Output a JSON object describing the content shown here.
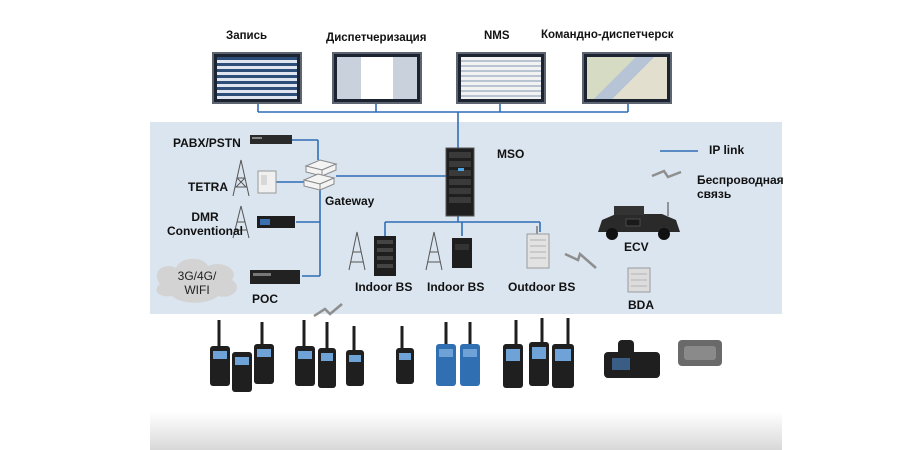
{
  "top_systems": [
    {
      "label": "Запись",
      "icon": "recording-screen-icon"
    },
    {
      "label": "Диспетчеризация",
      "icon": "dispatch-screen-icon"
    },
    {
      "label": "NMS",
      "icon": "nms-screen-icon"
    },
    {
      "label": "Командно-диспетчерск",
      "icon": "command-map-screen-icon"
    }
  ],
  "core": {
    "mso": "MSO",
    "gateway": "Gateway"
  },
  "left_systems": {
    "pabx": "PABX/PSTN",
    "tetra": "TETRA",
    "dmr": "DMR\nConventional",
    "network": "3G/4G/\nWIFI",
    "poc": "POC"
  },
  "base_stations": [
    "Indoor BS",
    "Indoor BS",
    "Outdoor BS"
  ],
  "vehicles": {
    "ecv": "ECV",
    "bda": "BDA"
  },
  "legend": {
    "ip_link": "IP link",
    "wireless": "Беспроводная\nсвязь"
  },
  "colors": {
    "link": "#2f6db5",
    "band": "#dbe5f0",
    "wireless": "#8e8e8e"
  }
}
